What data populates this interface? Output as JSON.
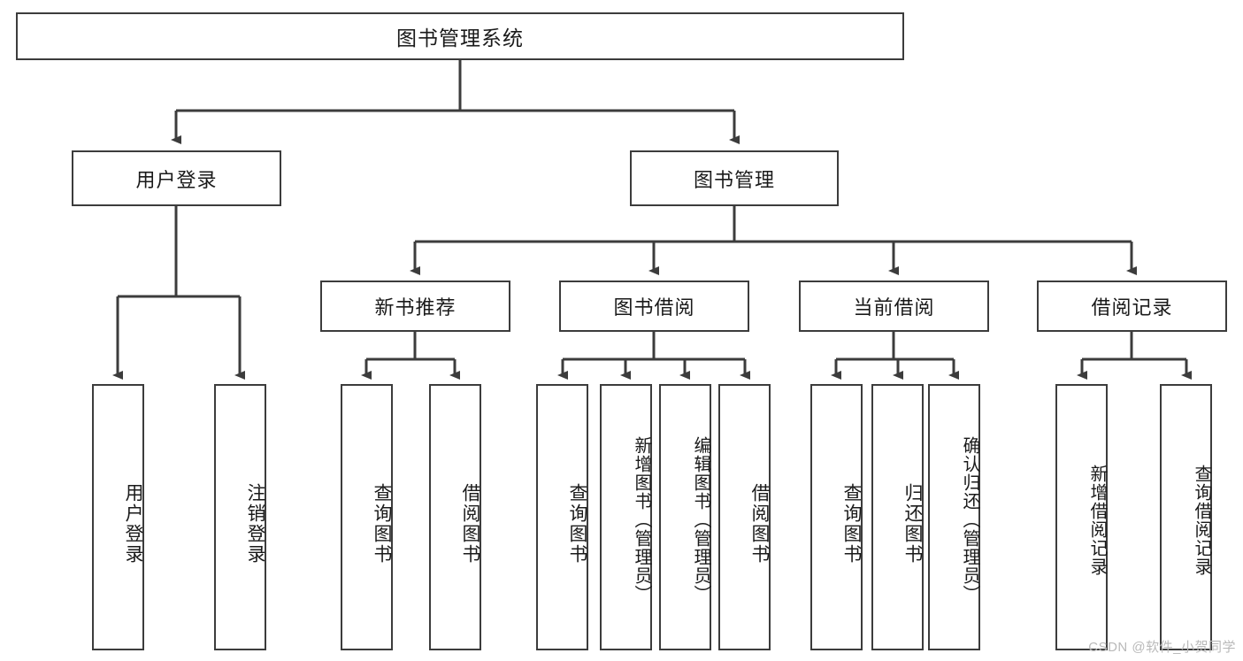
{
  "diagram": {
    "title": "图书管理系统",
    "type": "tree-hierarchy-chart",
    "colors": {
      "stroke": "#3c3c3c",
      "fill": "#ffffff",
      "text": "#1a1a1a",
      "watermark": "#b9b9b9"
    },
    "root": {
      "label": "图书管理系统"
    },
    "level2": [
      {
        "label": "用户登录"
      },
      {
        "label": "图书管理"
      }
    ],
    "level3": [
      {
        "label": "新书推荐"
      },
      {
        "label": "图书借阅"
      },
      {
        "label": "当前借阅"
      },
      {
        "label": "借阅记录"
      }
    ],
    "leaves": {
      "user_login": [
        {
          "label": "用户登录"
        },
        {
          "label": "注销登录"
        }
      ],
      "new_book": [
        {
          "label": "查询图书"
        },
        {
          "label": "借阅图书"
        }
      ],
      "book_borrow": [
        {
          "label": "查询图书"
        },
        {
          "label": "新增图书（管理员）"
        },
        {
          "label": "编辑图书（管理员）"
        },
        {
          "label": "借阅图书"
        }
      ],
      "current_borrow": [
        {
          "label": "查询图书"
        },
        {
          "label": "归还图书"
        },
        {
          "label": "确认归还（管理员）"
        }
      ],
      "borrow_record": [
        {
          "label": "新增借阅记录"
        },
        {
          "label": "查询借阅记录"
        }
      ]
    }
  },
  "watermark": {
    "text": "CSDN @软件_小贺同学"
  }
}
